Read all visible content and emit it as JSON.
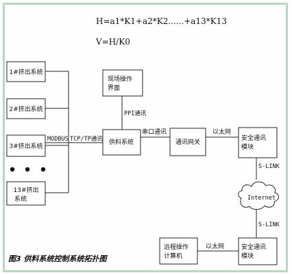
{
  "formula1": "H=a1*K1+a2*K2......+a13*K13",
  "formula2": "V=H/K0",
  "boxes": {
    "extruder1": "1#挤出系统",
    "extruder2": "2#挤出系统",
    "extruder3": "3#挤出系统",
    "extruder13_line1": "13#挤出",
    "extruder13_line2": "系统",
    "site_op_line1": "现场操作",
    "site_op_line2": "界面",
    "feeding": "供料系统",
    "gateway": "通讯网关",
    "secure1_line1": "安全通讯",
    "secure1_line2": "模块",
    "secure2_line1": "安全通讯",
    "secure2_line2": "模块",
    "remote_line1": "远程操作",
    "remote_line2": "计算机"
  },
  "links": {
    "modbus": "MODBUS",
    "tcpip": "TCP/TP通讯",
    "ppi": "PPI通讯",
    "serial": "串口通讯",
    "ethernet1": "以太网",
    "slink1": "S-LINK",
    "internet": "Internet",
    "slink2": "S-LINK",
    "ethernet2": "以太网"
  },
  "caption": "图3 供料系统控制系统拓扑图"
}
